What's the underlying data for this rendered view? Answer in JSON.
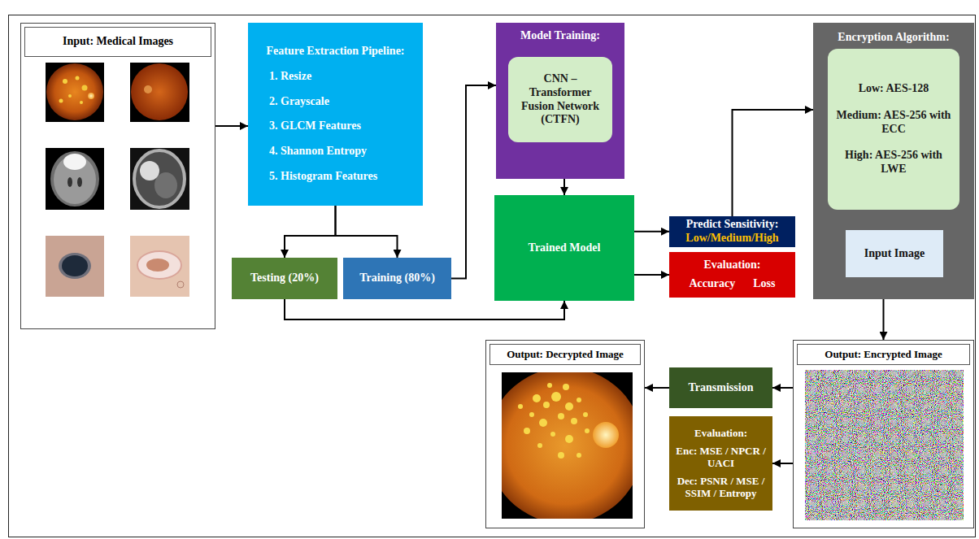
{
  "diagram": {
    "nodes": [
      {
        "text": [
          "Input: Medical Images"
        ]
      },
      {
        "text": [
          "Feature Extraction Pipeline:",
          "1. Resize",
          "2. Grayscale",
          "3. GLCM Features",
          "4. Shannon Entropy",
          "5. Histogram Features"
        ]
      },
      {
        "text": [
          "Model Training:"
        ]
      },
      {
        "text": [
          "CNN – Transformer Fusion Network (CTFN)"
        ],
        "in": 2
      },
      {
        "text": [
          "Encryption Algorithm:"
        ]
      },
      {
        "text": [
          "Low: AES-128",
          "Medium: AES-256 with ECC",
          "High: AES-256 with LWE"
        ],
        "in": 4
      },
      {
        "text": [
          "Input Image"
        ],
        "in": 4
      },
      {
        "text": [
          "Testing (20%)"
        ]
      },
      {
        "text": [
          "Training (80%)"
        ]
      },
      {
        "text": [
          "Trained Model"
        ]
      },
      {
        "text": [
          "Predict Sensitivity:",
          "Low/Medium/High"
        ]
      },
      {
        "text": [
          "Evaluation:",
          "Accuracy",
          "Loss"
        ]
      },
      {
        "text": [
          "Output: Decrypted Image"
        ]
      },
      {
        "text": [
          "Transmission"
        ]
      },
      {
        "text": [
          "Evaluation:",
          "Enc: MSE / NPCR / UACI",
          "Dec: PSNR / MSE / SSIM / Entropy"
        ]
      },
      {
        "text": [
          "Output: Encrypted Image"
        ]
      }
    ],
    "edges": [
      {
        "from": 0,
        "to": 1,
        "arrow": "to"
      },
      {
        "from": 1,
        "to": 7,
        "arrow": "to"
      },
      {
        "from": 1,
        "to": 8,
        "arrow": "to"
      },
      {
        "from": 8,
        "to": 2,
        "arrow": "to"
      },
      {
        "from": 7,
        "to": 9,
        "arrow": "to"
      },
      {
        "from": 2,
        "to": 9,
        "arrow": "to"
      },
      {
        "from": 9,
        "to": 10,
        "arrow": "to"
      },
      {
        "from": 9,
        "to": 11,
        "arrow": "to"
      },
      {
        "from": 10,
        "to": 4,
        "arrow": "to"
      },
      {
        "from": 5,
        "to": 6,
        "arrow": "to"
      },
      {
        "from": 4,
        "to": 15,
        "arrow": "to"
      },
      {
        "from": 15,
        "to": 13,
        "arrow": "to"
      },
      {
        "from": 15,
        "to": 14,
        "arrow": "to"
      },
      {
        "from": 13,
        "to": 12,
        "arrow": "to"
      }
    ]
  }
}
